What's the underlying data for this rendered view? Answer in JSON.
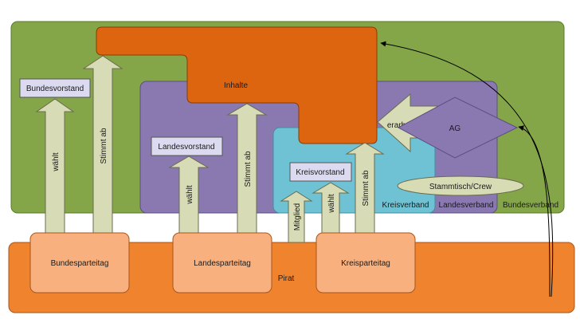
{
  "areas": {
    "bundesverband": "Bundesverband",
    "landesverband": "Landesverband",
    "kreisverband": "Kreisverband",
    "pirat": "Pirat"
  },
  "content": {
    "inhalte": "Inhalte",
    "erarbeitet": "erarbeitet",
    "ag": "AG",
    "stammtisch": "Stammtisch/Crew"
  },
  "organs": {
    "bundesvorstand": "Bundesvorstand",
    "landesvorstand": "Landesvorstand",
    "kreisvorstand": "Kreisvorstand"
  },
  "assemblies": {
    "bundesparteitag": "Bundesparteitag",
    "landesparteitag": "Landesparteitag",
    "kreisparteitag": "Kreisparteitag"
  },
  "arrows": {
    "waehlt": "wählt",
    "stimmt_ab": "Stimmt ab",
    "mitglied": "Mitglied"
  },
  "colors": {
    "green": "#84a648",
    "purple": "#8a78b0",
    "cyan": "#6ec2d4",
    "dark_orange": "#dd6510",
    "orange": "#f0832e",
    "peach": "#f8b07e",
    "arrow_fill": "#d8dcb6",
    "box_fill": "#dcdaf0",
    "stammtisch_fill": "#d8dcb4"
  }
}
